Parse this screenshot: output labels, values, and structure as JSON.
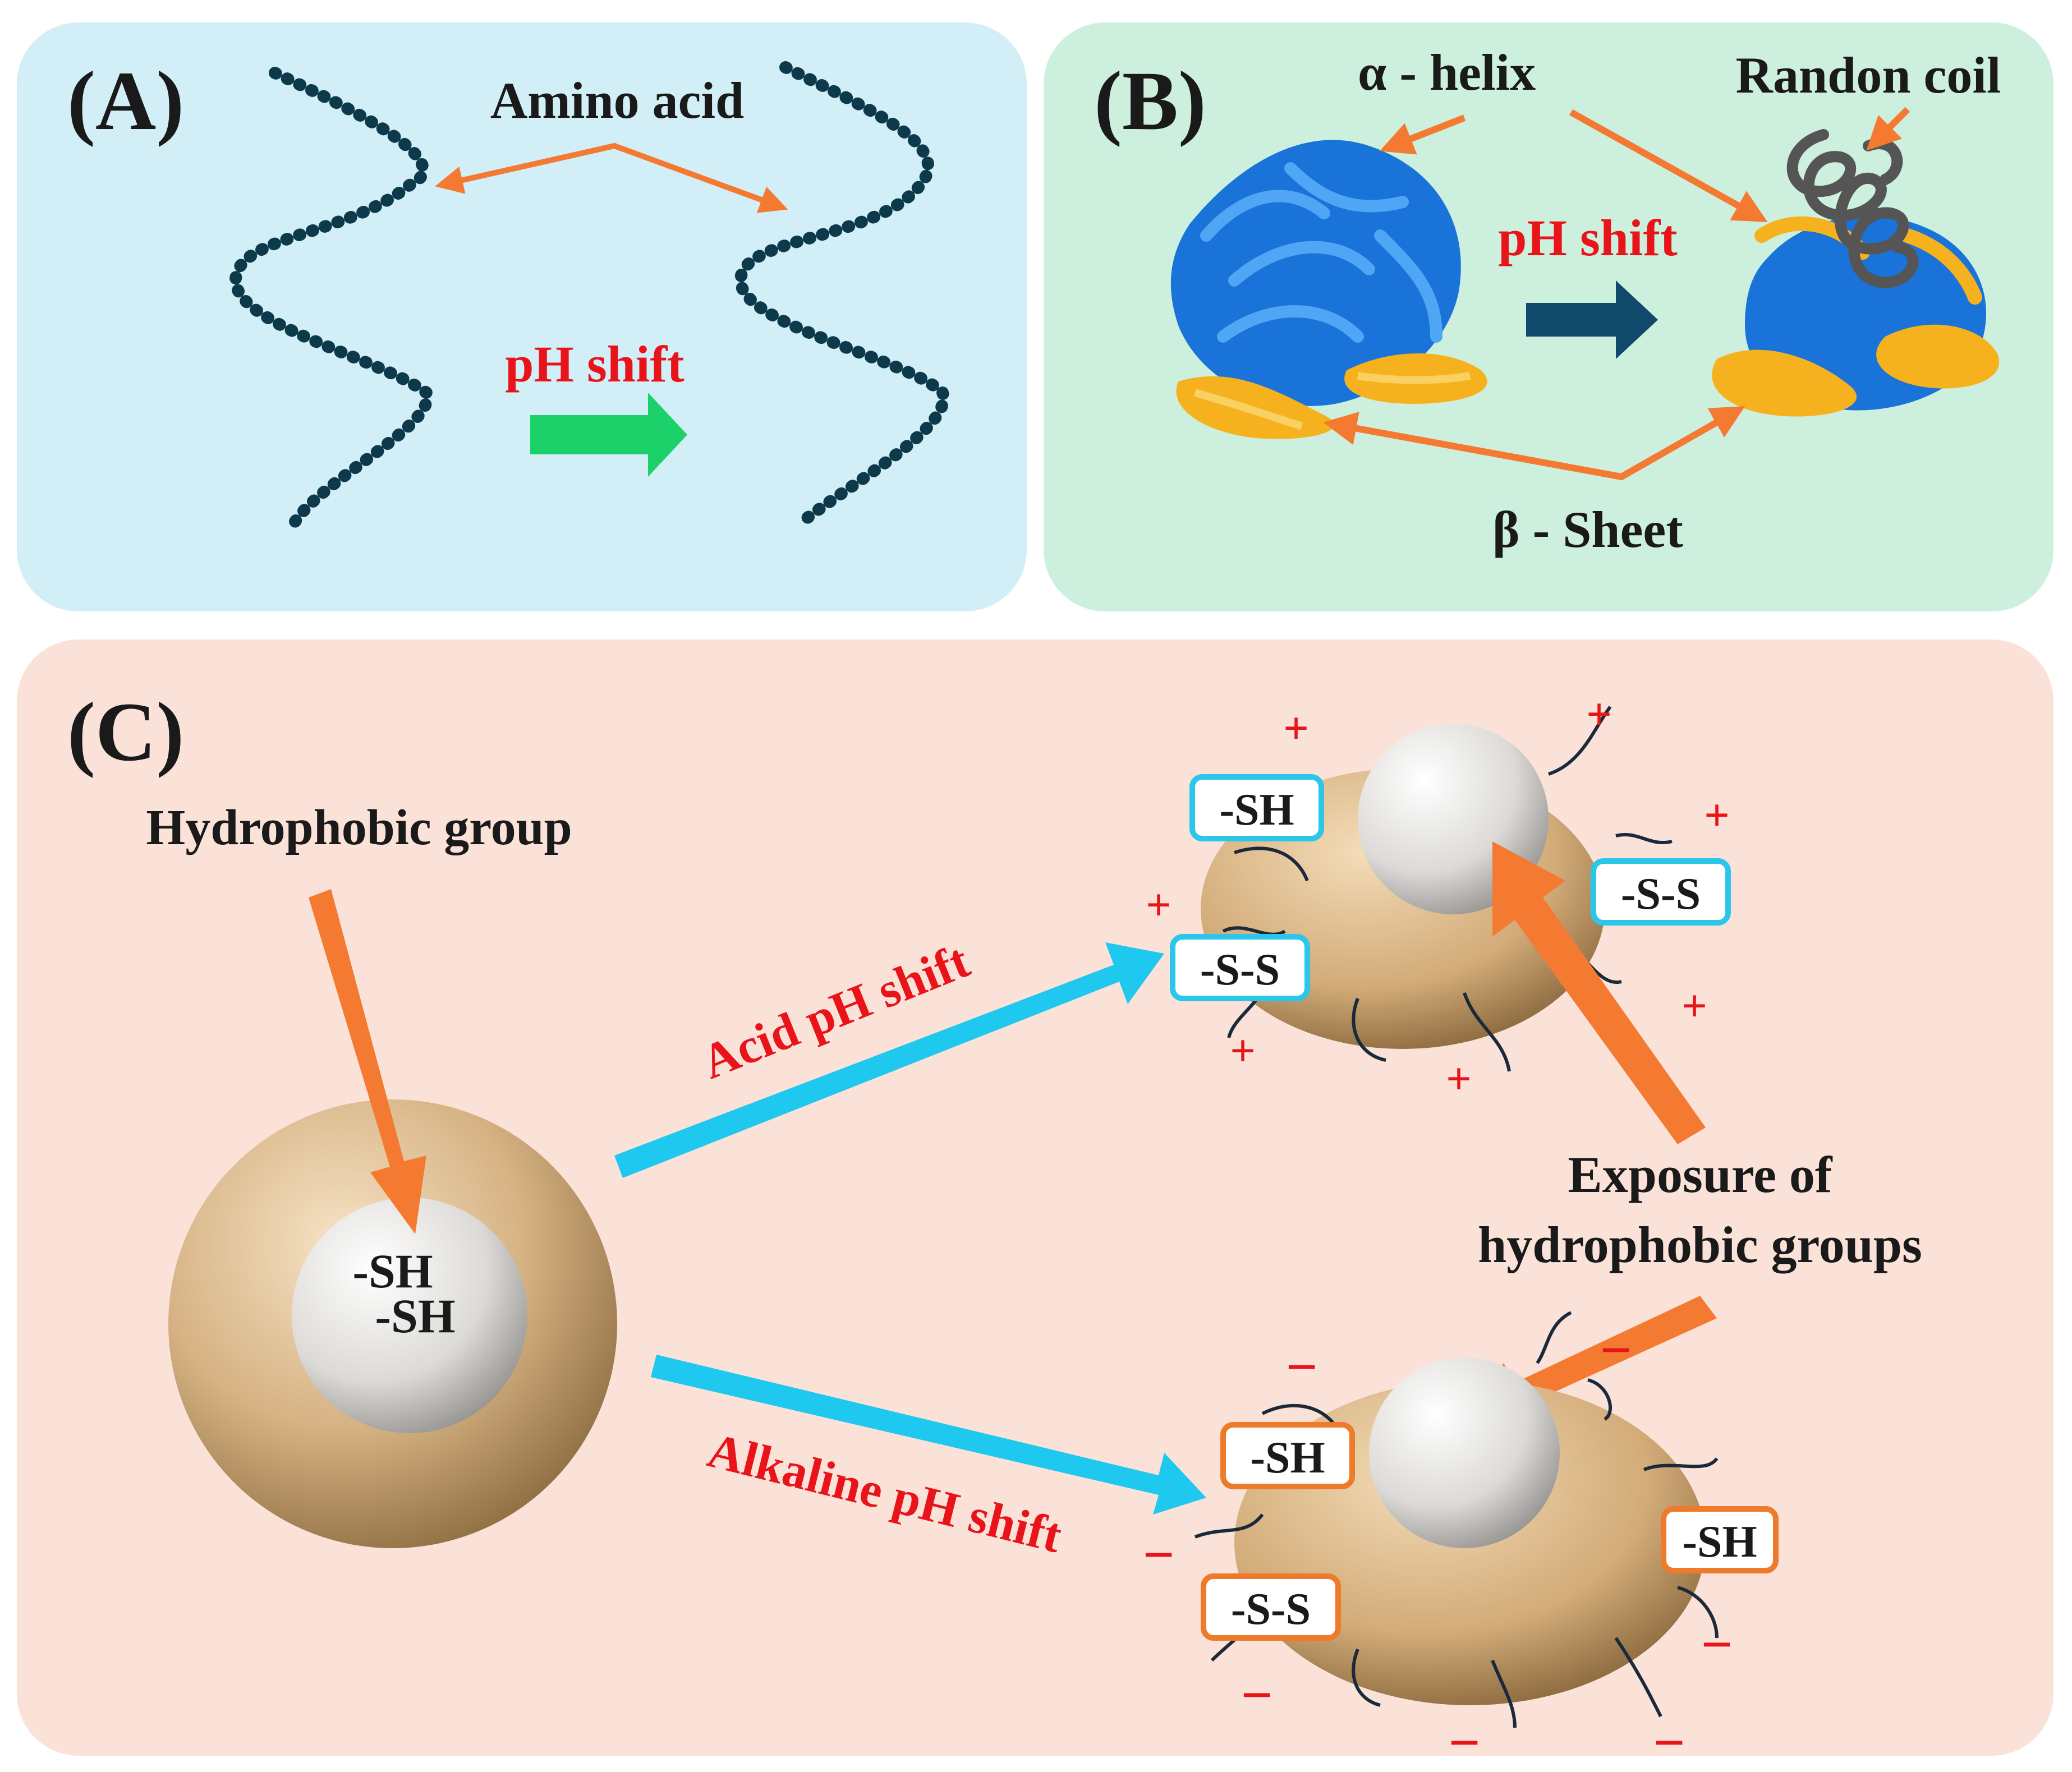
{
  "colors": {
    "panel_a_bg": "#d2eef6",
    "panel_b_bg": "#cdf0de",
    "panel_c_bg": "#fbe2d9",
    "orange_arrow": "#f47a32",
    "cyan_arrow": "#1ec8ee",
    "green_arrow": "#1dd16a",
    "dark_arrow": "#0f4a6a",
    "red_text": "#e8141a",
    "black_text": "#1a1a1a",
    "chain": "#0d3a4a",
    "helix_blue": "#1a73d8",
    "sheet_yellow": "#f6b21e",
    "coil_gray": "#555555",
    "sphere_shell": "#d9b88a",
    "sphere_core": "#e8e6e2",
    "box_cyan": "#2cc6ea",
    "box_orange": "#ee7a2c"
  },
  "panel_a": {
    "tag": "(A)",
    "amino_acid": "Amino acid",
    "ph_shift": "pH shift"
  },
  "panel_b": {
    "tag": "(B)",
    "alpha_helix": "α - helix",
    "random_coil": "Randon coil",
    "ph_shift": "pH shift",
    "beta_sheet": "β - Sheet"
  },
  "panel_c": {
    "tag": "(C)",
    "hydrophobic_group": "Hydrophobic group",
    "core_sh_1": "-SH",
    "core_sh_2": "-SH",
    "acid_shift": "Acid pH shift",
    "alkaline_shift": "Alkaline pH shift",
    "exposure_line1": "Exposure of",
    "exposure_line2": "hydrophobic groups",
    "acid_boxes": [
      "-SH",
      "-S-S",
      "-S-S"
    ],
    "alkaline_boxes": [
      "-SH",
      "-S-S",
      "-SH"
    ],
    "plus": "+",
    "minus": "−"
  }
}
